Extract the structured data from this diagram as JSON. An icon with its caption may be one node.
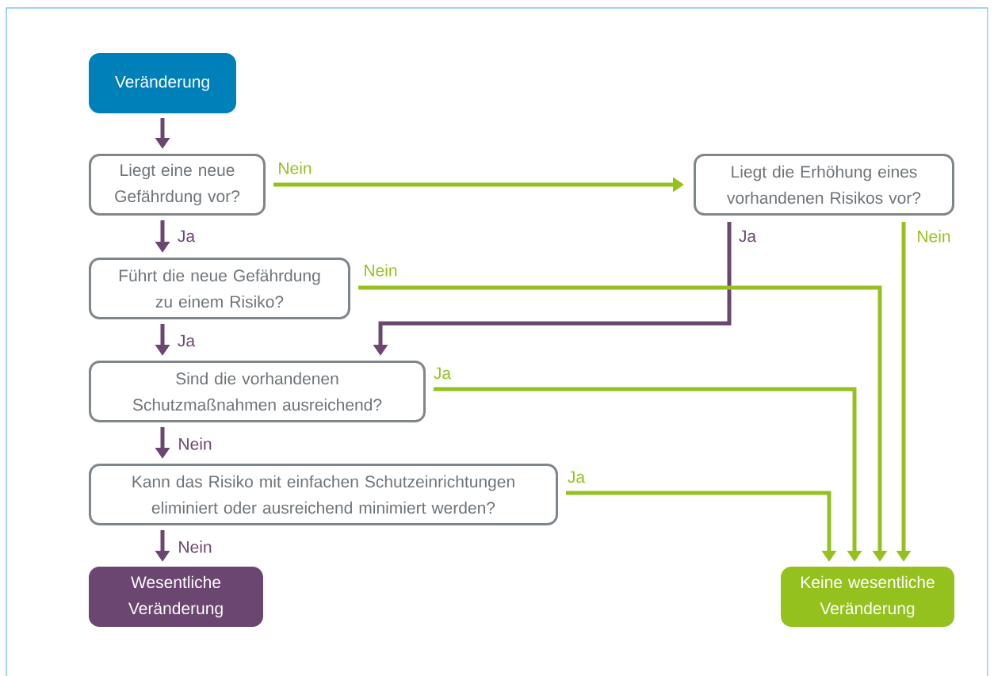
{
  "diagram": {
    "nodes": [
      {
        "text": [
          "Veränderung"
        ]
      },
      {
        "text": [
          "Liegt eine neue Gefährdung vor?"
        ]
      },
      {
        "text": [
          "Liegt die Erhöhung eines vorhandenen Risikos vor?"
        ]
      },
      {
        "text": [
          "Führt die neue Gefährdung zu einem Risiko?"
        ]
      },
      {
        "text": [
          "Sind die vorhandenen Schutzmaßnahmen ausreichend?"
        ]
      },
      {
        "text": [
          "Kann das Risiko mit einfachen Schutzeinrichtungen eliminiert oder ausreichend minimiert werden?"
        ]
      },
      {
        "text": [
          "Wesentliche Veränderung"
        ]
      },
      {
        "text": [
          "Keine wesentliche Veränderung"
        ]
      }
    ],
    "edges": [
      {
        "from": 0,
        "to": 1,
        "arrow": "to"
      },
      {
        "from": 1,
        "to": 2,
        "arrow": "to",
        "label": "Nein",
        "color": "#95c11f"
      },
      {
        "from": 1,
        "to": 3,
        "arrow": "to",
        "label": "Ja"
      },
      {
        "from": 2,
        "to": 4,
        "arrow": "to",
        "label": "Ja"
      },
      {
        "from": 2,
        "to": 7,
        "arrow": "to",
        "label": "Nein",
        "color": "#95c11f"
      },
      {
        "from": 3,
        "to": 7,
        "arrow": "to",
        "label": "Nein",
        "color": "#95c11f"
      },
      {
        "from": 3,
        "to": 4,
        "arrow": "to",
        "label": "Ja"
      },
      {
        "from": 4,
        "to": 7,
        "arrow": "to",
        "label": "Ja",
        "color": "#95c11f"
      },
      {
        "from": 4,
        "to": 5,
        "arrow": "to",
        "label": "Nein"
      },
      {
        "from": 5,
        "to": 7,
        "arrow": "to",
        "label": "Ja",
        "color": "#95c11f"
      },
      {
        "from": 5,
        "to": 6,
        "arrow": "to",
        "label": "Nein"
      }
    ]
  }
}
